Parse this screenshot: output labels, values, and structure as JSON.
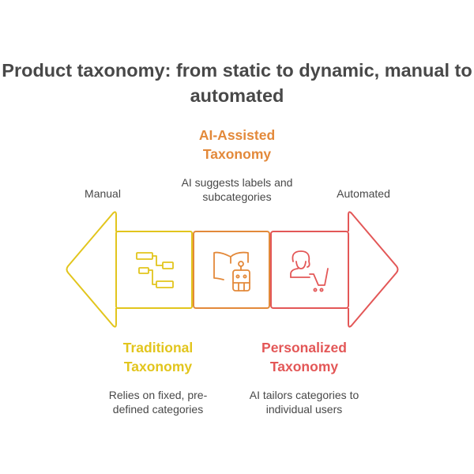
{
  "title": "Product taxonomy: from static to dynamic, manual to automated",
  "axis": {
    "left_label": "Manual",
    "right_label": "Automated"
  },
  "stages": [
    {
      "heading": "Traditional Taxonomy",
      "description": "Relies on fixed, pre-defined categories",
      "icon": "hierarchy-tree-icon",
      "color": "#E2C51D"
    },
    {
      "heading": "AI-Assisted Taxonomy",
      "description": "AI suggests labels and subcategories",
      "icon": "book-robot-icon",
      "color": "#E3893A"
    },
    {
      "heading": "Personalized Taxonomy",
      "description": "AI tailors categories to individual users",
      "icon": "user-cart-icon",
      "color": "#E35757"
    }
  ]
}
